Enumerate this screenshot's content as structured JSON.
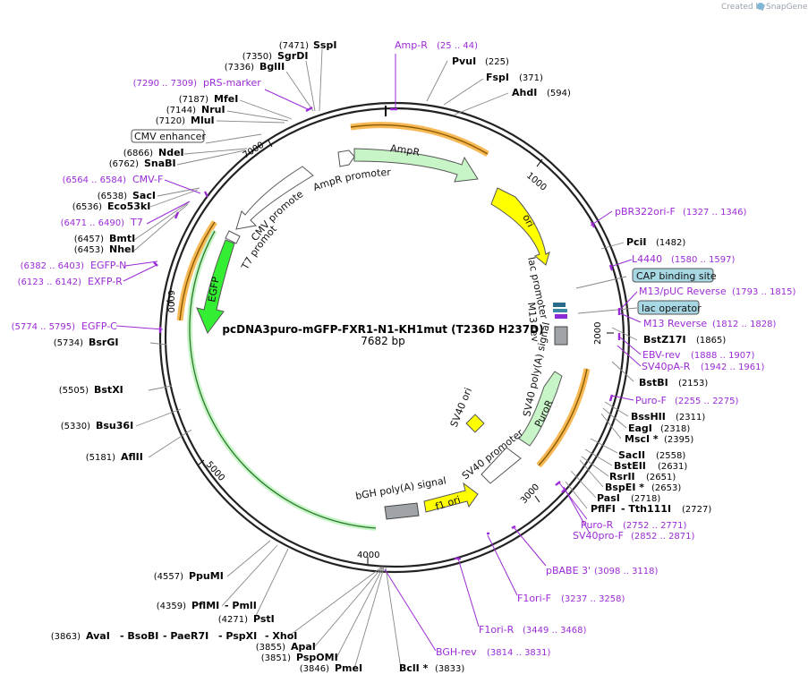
{
  "credit": {
    "text": "Created by",
    "brand": "SnapGene"
  },
  "plasmid": {
    "name": "pcDNA3puro-mGFP-FXR1-N1-KH1mut (T236D H237D)",
    "length_label": "7682 bp"
  },
  "ticks": [
    "1000",
    "2000",
    "3000",
    "4000",
    "5000",
    "6000",
    "7000"
  ],
  "enzymes": [
    {
      "pos": "(7471)",
      "name": "SspI"
    },
    {
      "pos": "(7350)",
      "name": "SgrDI"
    },
    {
      "pos": "(7336)",
      "name": "BglII"
    },
    {
      "pos": "(7187)",
      "name": "MfeI"
    },
    {
      "pos": "(7144)",
      "name": "NruI"
    },
    {
      "pos": "(7120)",
      "name": "MluI"
    },
    {
      "pos": "(6866)",
      "name": "NdeI"
    },
    {
      "pos": "(6762)",
      "name": "SnaBI"
    },
    {
      "pos": "(6538)",
      "name": "SacI"
    },
    {
      "pos": "(6536)",
      "name": "Eco53kI"
    },
    {
      "pos": "(6457)",
      "name": "BmtI"
    },
    {
      "pos": "(6453)",
      "name": "NheI"
    },
    {
      "pos": "(5734)",
      "name": "BsrGI"
    },
    {
      "pos": "(5505)",
      "name": "BstXI"
    },
    {
      "pos": "(5330)",
      "name": "Bsu36I"
    },
    {
      "pos": "(5181)",
      "name": "AflII"
    },
    {
      "pos": "(4557)",
      "name": "PpuMI"
    },
    {
      "pos": "(4359)",
      "name": "PflMI",
      "name2": "- PmlI"
    },
    {
      "pos": "(4271)",
      "name": "PstI"
    },
    {
      "pos": "(3863)",
      "name": "AvaI",
      "name2": "- BsoBI",
      "name3": "- PaeR7I",
      "name4": "- PspXI",
      "name5": "- XhoI"
    },
    {
      "pos": "(3855)",
      "name": "ApaI"
    },
    {
      "pos": "(3851)",
      "name": "PspOMI"
    },
    {
      "pos": "(3846)",
      "name": "PmeI"
    },
    {
      "pos": "(3833)",
      "name": "BclI *"
    },
    {
      "pos": "(225)",
      "name": "PvuI"
    },
    {
      "pos": "(371)",
      "name": "FspI"
    },
    {
      "pos": "(594)",
      "name": "AhdI"
    },
    {
      "pos": "(1482)",
      "name": "PciI"
    },
    {
      "pos": "(1865)",
      "name": "BstZ17I"
    },
    {
      "pos": "(2153)",
      "name": "BstBI"
    },
    {
      "pos": "(2311)",
      "name": "BssHII"
    },
    {
      "pos": "(2318)",
      "name": "EagI"
    },
    {
      "pos": "(2395)",
      "name": "MscI *"
    },
    {
      "pos": "(2558)",
      "name": "SacII"
    },
    {
      "pos": "(2631)",
      "name": "BstEII"
    },
    {
      "pos": "(2651)",
      "name": "RsrII"
    },
    {
      "pos": "(2653)",
      "name": "BspEI *"
    },
    {
      "pos": "(2718)",
      "name": "PasI"
    },
    {
      "pos": "(2727)",
      "name": "PflFI",
      "name2": "- Tth111I"
    }
  ],
  "primers": [
    {
      "name": "Amp-R",
      "range": "(25 .. 44)"
    },
    {
      "name": "pRS-marker",
      "range": "(7290 .. 7309)"
    },
    {
      "name": "CMV-F",
      "range": "(6564 .. 6584)"
    },
    {
      "name": "T7",
      "range": "(6471 .. 6490)"
    },
    {
      "name": "EGFP-N",
      "range": "(6382 .. 6403)"
    },
    {
      "name": "EXFP-R",
      "range": "(6123 .. 6142)"
    },
    {
      "name": "EGFP-C",
      "range": "(5774 .. 5795)"
    },
    {
      "name": "pBR322ori-F",
      "range": "(1327 .. 1346)"
    },
    {
      "name": "L4440",
      "range": "(1580 .. 1597)"
    },
    {
      "name": "M13/pUC Reverse",
      "range": "(1793 .. 1815)"
    },
    {
      "name": "M13 Reverse",
      "range": "(1812 .. 1828)"
    },
    {
      "name": "EBV-rev",
      "range": "(1888 .. 1907)"
    },
    {
      "name": "SV40pA-R",
      "range": "(1942 .. 1961)"
    },
    {
      "name": "Puro-F",
      "range": "(2255 .. 2275)"
    },
    {
      "name": "Puro-R",
      "range": "(2752 .. 2771)"
    },
    {
      "name": "SV40pro-F",
      "range": "(2852 .. 2871)"
    },
    {
      "name": "pBABE 3'",
      "range": "(3098 .. 3118)"
    },
    {
      "name": "F1ori-F",
      "range": "(3237 .. 3258)"
    },
    {
      "name": "F1ori-R",
      "range": "(3449 .. 3468)"
    },
    {
      "name": "BGH-rev",
      "range": "(3814 .. 3831)"
    }
  ],
  "boxed": {
    "cmv_enhancer": "CMV enhancer",
    "cap_site": "CAP binding site",
    "lac_operator": "lac operator"
  },
  "features": {
    "ampr": "AmpR",
    "ampr_promoter": "AmpR promoter",
    "ori": "ori",
    "lac_promoter": "lac promoter",
    "m13_rev": "M13 rev",
    "sv40_polya": "SV40 poly(A) signal",
    "puror": "PuroR",
    "sv40_promoter": "SV40 promoter",
    "sv40_ori": "SV40 ori",
    "f1_ori": "f1 ori",
    "bgh_polya": "bGH poly(A) signal",
    "egfp": "EGFP",
    "t7_promoter": "T7 promoter",
    "cmv_promoter": "CMV promoter"
  },
  "colors": {
    "backbone": "#222222",
    "primer": "#9b2bd6",
    "ampr_fill": "#c8f5c8",
    "ori_fill": "#ffff00",
    "egfp_fill": "#33ee33",
    "orf_highlight": "#f7b955",
    "orf_line": "#8b5a00",
    "cap_box": "#a7d7e3"
  }
}
